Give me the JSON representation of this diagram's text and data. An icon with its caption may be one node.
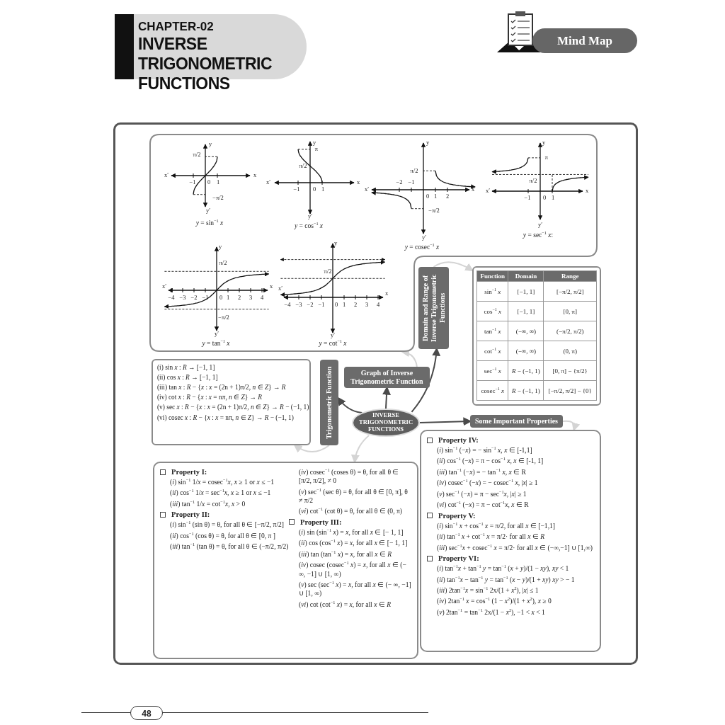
{
  "diagram": {
    "title": "INVERSE TRIGONOMETRIC FUNCTIONS",
    "nodes": [
      {
        "text": [
          "INVERSE TRIGONOMETRIC FUNCTIONS"
        ]
      },
      {
        "text": [
          "Trigonometric Function"
        ]
      },
      {
        "text": [
          "(i) sin *x* : *R* → [−1, 1]",
          "(ii) cos *x* : *R* → [−1, 1]",
          "(iii) tan *x* : *R* − {*x* : *x* = (2n + 1)π/2, *n* ∈ *Z*} → *R*",
          "(iv) cot *x* : *R* − {*x* : *x* = nπ, *n* ∈ *Z*} → *R*",
          "(v) sec *x* : *R* − {*x* : *x* = (2n + 1)π/2, *n* ∈ *Z*} → *R* − (−1, 1)",
          "(vi) cosec *x* : *R* − {*x* : *x* = nπ, *n* ∈ *Z*} → *R* − (−1, 1)"
        ]
      },
      {
        "text": [
          "Graph of Inverse Trigonometric Function"
        ]
      },
      {
        "text": [
          "*y* = sin$^{−1}$ *x*",
          "*y* = cos$^{−1}$ *x*",
          "*y* = cosec$^{−1}$ *x*",
          "*y* = sec$^{−1}$ *x*:",
          "*y* = tan$^{−1}$ *x*",
          "*y* = cot$^{−1}$ *x*"
        ]
      },
      {
        "text": [
          "Domain and Range of Inverse Trigonometric Functions"
        ]
      },
      {
        "text": [
          "Function",
          "Domain",
          "Range",
          "sin$^{−1}$ *x*",
          "[−1, 1]",
          "[−π/2, π/2]",
          "cos$^{−1}$ *x*",
          "[−1, 1]",
          "[0, π]",
          "tan$^{−1}$ *x*",
          "(−∞, ∞)",
          "(−π/2, π/2)",
          "cot$^{−1}$ *x*",
          "(−∞, ∞)",
          "(0, π)",
          "sec$^{−1}$ *x*",
          "*R* − (−1, 1)",
          "[0, π] − {π/2}",
          "cosec$^{−1}$ *x*",
          "*R* − (−1, 1)",
          "[−π/2, π/2] − {0}"
        ]
      },
      {
        "text": [
          "Some Important Properties"
        ]
      },
      {
        "text": [
          "Property IV:",
          "(*i*) sin$^{−1}$ (−*x*) = − sin$^{−1}$ *x*, *x* ∈ [-1,1]",
          "(*ii*) cos$^{−1}$ (−*x*) = π − cos$^{−1}$ *x*, *x* ∈ [-1, 1]",
          "(*iii*) tan$^{−1}$ (−*x*) = − tan$^{−1}$ *x*, *x* ∈ R",
          "(*iv*) cosec$^{−1}$ (−*x*) = − cosec$^{−1}$ *x*, |*x*| ≥ 1",
          "(*v*) sec$^{−1}$ (−*x*) = π − sec$^{−1}$*x*, |*x*| ≥ 1",
          "(*vi*) cot$^{−1}$ (−*x*) = π − cot$^{−1}$*x*, *x* ∈ R",
          "Property V:",
          "(*i*) sin$^{−1}$ *x* + cos$^{−1}$ *x* = π/2, for all *x* ∈ [−1,1]",
          "(*ii*) tan$^{−1}$ *x* + cot$^{−1}$ *x* = π/2· for all *x* ∈ *R*",
          "(*iii*) sec$^{−1}$*x* + cosec$^{−1}$ *x* = π/2· for all *x* ∈ (−∞,−1] ∪ [1,∞)",
          "Property VI:",
          "(*i*) tan$^{−1}$*x* + tan$^{−1}$ *y* = tan$^{−1}$ (*x* + *y*)/(1 − *xy*), *xy* < 1",
          "(*ii*) tan$^{−1}$*x* − tan$^{−1}$ *y* = tan$^{−1}$ (*x* − *y*)/(1 + *xy*) *xy* > − 1",
          "(*iii*) 2tan$^{−1}$*x* = sin$^{−1}$ 2x/(1 + *x*$^{2}$), |*x*| ≤ 1",
          "(*iv*) 2tan$^{−1}$ *x* = cos$^{−1}$ (1 − *x*$^{2}$)/(1 + *x*$^{2}$), *x* ≥ 0",
          "(*v*) 2tan$^{−1}$ = tan$^{−1}$ 2x/(1 − *x*$^{2}$), −1 < *x* < 1"
        ]
      },
      {
        "text": [
          "Property I:",
          "(*i*) sin$^{−1}$ 1/*x* = cosec$^{−1}$*x*, *x* ≥ 1 or *x* ≤ −1",
          "(*ii*) cos$^{−1}$ 1/*x* = sec$^{−1}$*x*, *x* ≥ 1 or *x* ≤ −1",
          "(*iii*) tan$^{−1}$ 1/*x* = cot$^{−1}$*x*, *x* > 0",
          "Property II:",
          "(*i*) sin$^{−1}$ (sin θ) = θ, for all θ ∈ [−π/2, π/2]",
          "(*ii*) cos$^{−1}$ (cos θ) = θ, for all θ ∈ [0, π ]",
          "(*iii*) tan$^{−1}$ (tan θ) = θ, for all θ ∈ (−π/2, π/2)",
          "(*iv*) cosec$^{−1}$ (coses θ) = θ, for all θ ∈ [π/2, π/2], ≠ 0",
          "(*v*) sec$^{−1}$ (sec θ) = θ, for all θ ∈ [0, π], θ ≠ π/2",
          "(*vi*) cot$^{−1}$ (cot θ) = θ, for all θ ∈ (0, π)",
          "Property III:",
          "(*i*) sin (sin$^{−1}$ *x*) = *x*, for all *x* ∈ [− 1, 1]",
          "(*ii*) cos (cos$^{−1}$ *x*) = *x*, for all *x* ∈ [− 1, 1]",
          "(*iii*) tan (tan$^{−1}$ *x*) = *x*, for all *x* ∈ *R*",
          "(*iv*) cosec (cosec$^{−1}$ *x*) = *x*, for all *x* ∈ (− ∞, −1] ∪ [1, ∞)",
          "(*v*) sec (sec$^{−1}$ *x*) = *x*, for all *x* ∈ (− ∞, −1] ∪ [1, ∞)",
          "(*vi*) cot (cot$^{−1}$ *x*) = *x*, for all *x* ∈ *R*"
        ]
      }
    ],
    "edges": [
      {
        "from": 0,
        "to": 1,
        "arrow": "to",
        "color": "#4a4a4a"
      },
      {
        "from": 0,
        "to": 3,
        "arrow": "to",
        "color": "#4a4a4a"
      },
      {
        "from": 0,
        "to": 5,
        "arrow": "to",
        "color": "#4a4a4a"
      },
      {
        "from": 0,
        "to": 7,
        "arrow": "to",
        "color": "#4a4a4a"
      },
      {
        "from": 1,
        "to": 2,
        "arrow": "to"
      },
      {
        "from": 0,
        "to": 9,
        "arrow": "to"
      },
      {
        "from": 3,
        "to": 4,
        "arrow": "to"
      },
      {
        "from": 5,
        "to": 6,
        "arrow": "to"
      },
      {
        "from": 7,
        "to": 8,
        "arrow": "to"
      }
    ],
    "labels": [
      "CHAPTER-02",
      "Mind Map",
      "y",
      "π/2",
      "x′",
      "x",
      "−1",
      "0",
      "1",
      "−π/2",
      "y′",
      "y",
      "π",
      "π/2",
      "x′",
      "x",
      "−1",
      "0",
      "1",
      "y′",
      "y",
      "π/2",
      "−2",
      "−1",
      "x′",
      "x",
      "0",
      "1",
      "2",
      "−π/2",
      "y′",
      "y",
      "π",
      "π/2",
      "x′",
      "x",
      "−1",
      "0",
      "1",
      "y′",
      "y",
      "π/2",
      "x′",
      "x",
      "−4",
      "−3",
      "−2",
      "−1",
      "0",
      "1",
      "2",
      "3",
      "4",
      "−π/2",
      "y′",
      "y",
      "π/2",
      "x′",
      "x",
      "−4",
      "−3",
      "−2",
      "−1",
      "0",
      "1",
      "2",
      "3",
      "4",
      "y′",
      "48"
    ]
  }
}
